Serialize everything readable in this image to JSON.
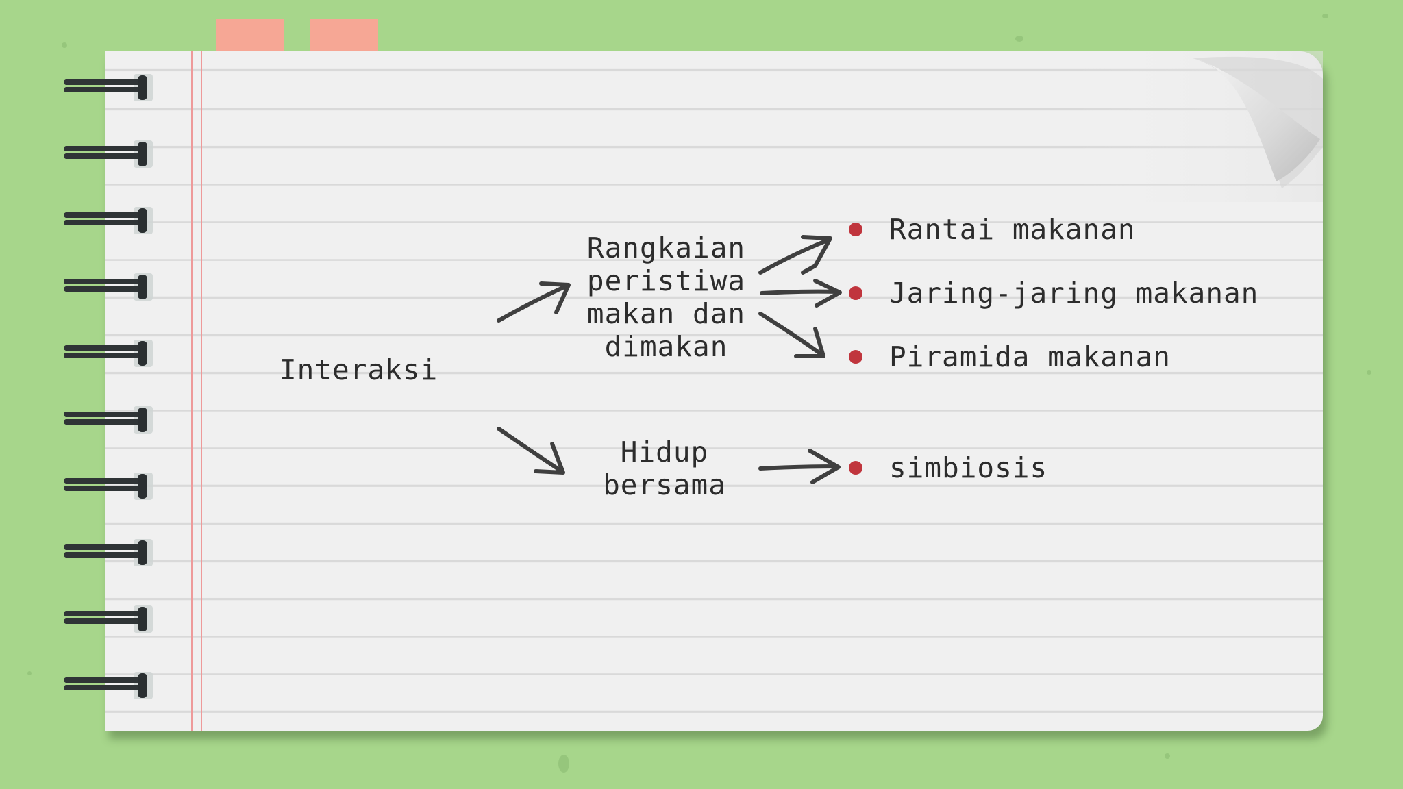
{
  "diagram": {
    "root": {
      "label": "Interaksi"
    },
    "branches": [
      {
        "lines": [
          "Rangkaian",
          "peristiwa",
          "makan dan",
          "dimakan"
        ],
        "items": [
          "Rantai makanan",
          "Jaring-jaring makanan",
          "Piramida makanan"
        ]
      },
      {
        "lines": [
          "Hidup",
          "bersama"
        ],
        "items": [
          "simbiosis"
        ]
      }
    ]
  },
  "colors": {
    "background": "#a7d68b",
    "paper": "#f0f0f0",
    "tab": "#f6a795",
    "bullet": "#c0353d",
    "arrow": "#3f3f3f",
    "margin_line": "#ee9a9a"
  }
}
